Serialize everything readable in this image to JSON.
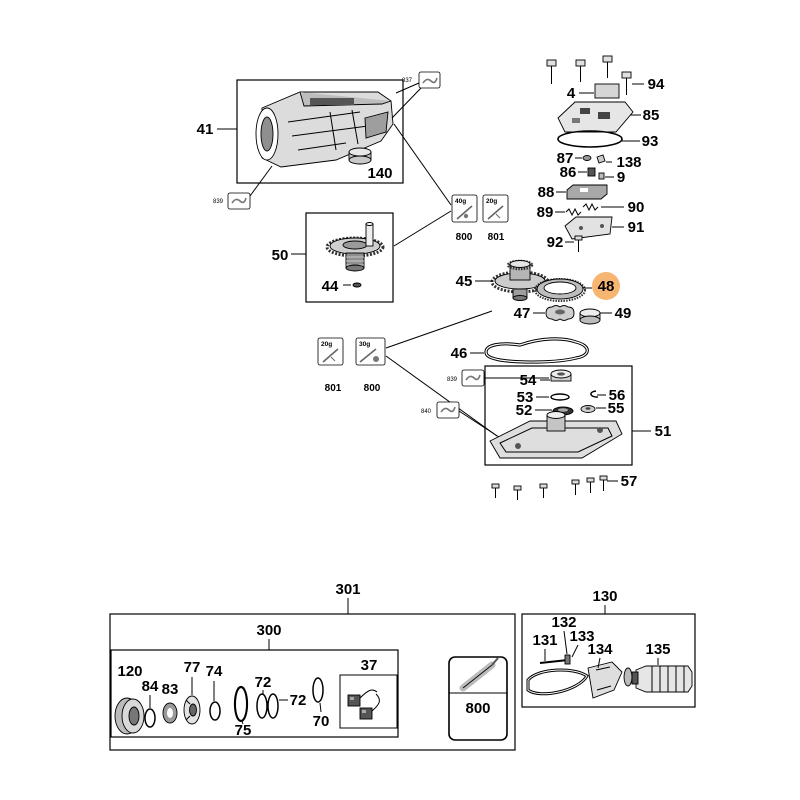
{
  "diagram": {
    "housing": {
      "label": "41",
      "tag": "837",
      "sub_label": "140",
      "tag_lower": "839"
    },
    "gear_assembly": {
      "label": "50",
      "sub_label": "44"
    },
    "grease_upper": [
      {
        "weight": "40g",
        "part": "800"
      },
      {
        "weight": "20g",
        "part": "801"
      }
    ],
    "switch_parts": [
      "94",
      "4",
      "85",
      "93",
      "87",
      "138",
      "86",
      "9",
      "88",
      "90",
      "89",
      "91",
      "92"
    ],
    "gear_parts": [
      "45",
      "48",
      "47",
      "49",
      "46"
    ],
    "grease_lower": [
      {
        "weight": "20g",
        "part": "801"
      },
      {
        "weight": "30g",
        "part": "800"
      }
    ],
    "cover": {
      "label": "51",
      "tag_upper": "839",
      "tag_lower": "840",
      "parts": [
        "54",
        "53",
        "56",
        "52",
        "55"
      ],
      "screws": "57"
    },
    "service_kit": {
      "label": "301",
      "subkit_label": "300",
      "parts": [
        "120",
        "84",
        "83",
        "77",
        "74",
        "72",
        "72",
        "75",
        "70"
      ],
      "brush_label": "37",
      "grease_label": "800"
    },
    "handle": {
      "label": "130",
      "parts": [
        "132",
        "131",
        "133",
        "134",
        "135"
      ]
    }
  },
  "colors": {
    "highlight": "#f6b570",
    "line": "#000000",
    "part_fill": "#d4d4d4"
  }
}
